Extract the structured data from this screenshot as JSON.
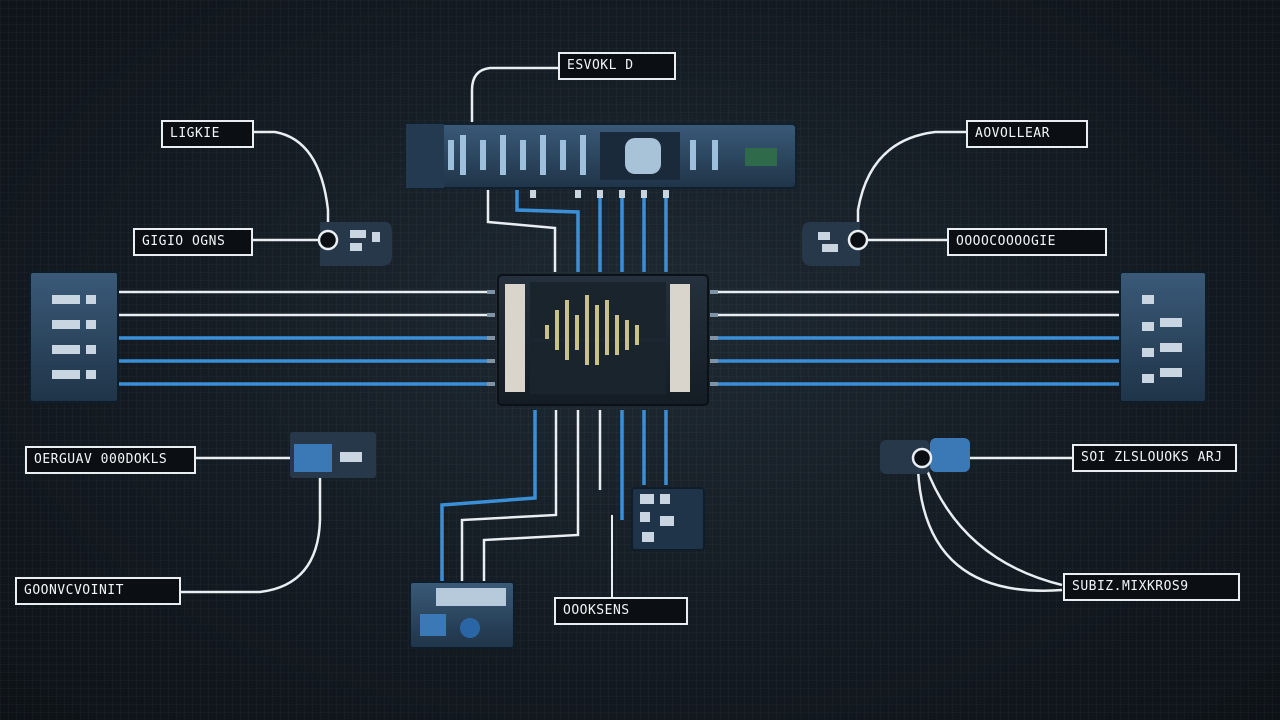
{
  "diagram": {
    "labels": {
      "top_center": "ESVOKL D",
      "top_left": "LIGKIE",
      "mid_left": "GIGIO OGNS",
      "top_right": "AOVOLLEAR",
      "mid_right": "OOOOCOOOOGIE",
      "lower_left": "OERGUAV 000DOKLS",
      "bottom_left": "GOONVCVOINIT",
      "bottom_center": "OOOKSENS",
      "lower_right": "SOI ZLSLOUOKS ARJ",
      "bottom_right": "SUBIZ.MIXKROS9"
    },
    "colors": {
      "background": "#141b22",
      "wire_white": "#e9eef2",
      "wire_blue": "#3b8fd6",
      "module": "#2c4660",
      "chip": "#1b2630"
    }
  }
}
